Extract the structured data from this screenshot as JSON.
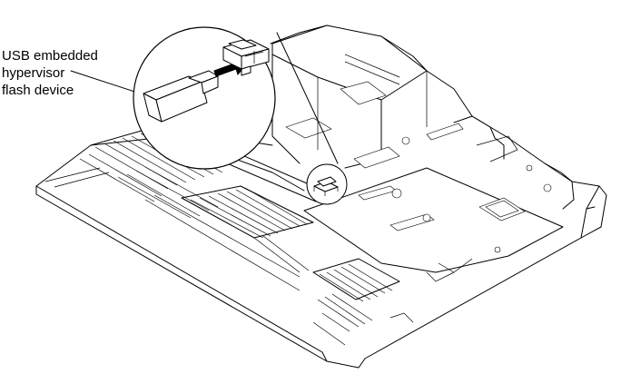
{
  "figure": {
    "callout_label_lines": [
      "USB embedded",
      "hypervisor",
      "flash device"
    ]
  }
}
